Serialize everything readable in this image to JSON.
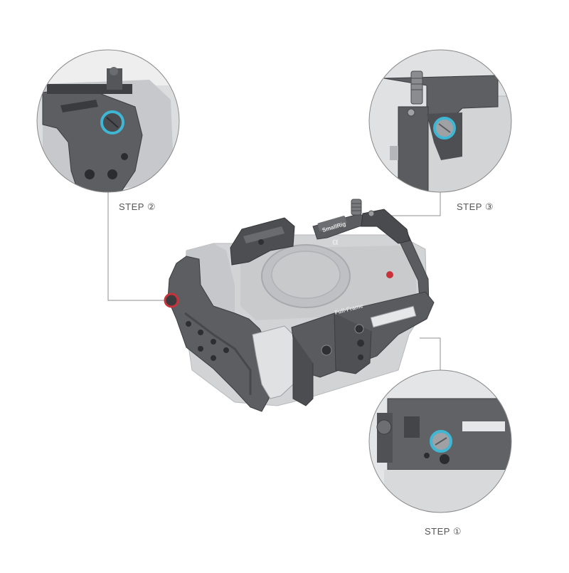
{
  "steps": {
    "step1": "STEP ①",
    "step2": "STEP ②",
    "step3": "STEP ③"
  },
  "cage": {
    "brand": "SmallRig",
    "engraving": "Full-Frame",
    "logo": "α"
  },
  "colors": {
    "background": "#ffffff",
    "cage_metal": "#5f6063",
    "cage_dark": "#3f4043",
    "camera_body": "#d2d3d5",
    "circle_border": "#8a8a8a",
    "leader_line": "#8f8f8f",
    "screw_highlight": "#3fb6d3",
    "accent_red": "#c8323a",
    "label_text": "#555555"
  }
}
